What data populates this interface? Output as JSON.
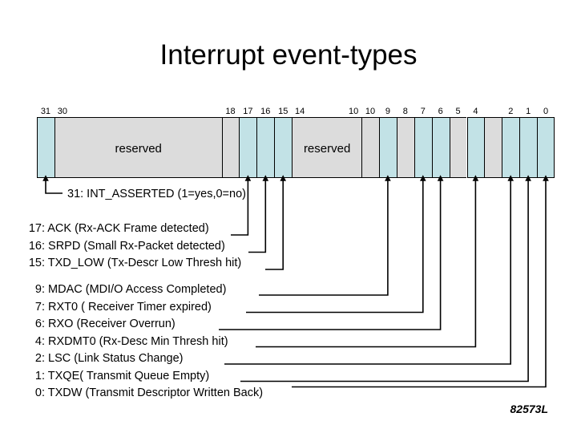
{
  "page": {
    "title": "Interrupt event-types",
    "footer": "82573L"
  },
  "colors": {
    "active_bit": "#c2e2e6",
    "reserved_bit": "#dcdcdc",
    "outline": "#000000",
    "background": "#ffffff"
  },
  "register": {
    "width_bits": 32,
    "reserved_label_left": "reserved",
    "reserved_label_right": "reserved",
    "bit_number_ticks": [
      "31",
      "30",
      "18",
      "17",
      "16",
      "15",
      "14",
      "10",
      "9",
      "8",
      "7",
      "6",
      "5",
      "4",
      "2",
      "1",
      "0"
    ],
    "cells": [
      {
        "bit": 31,
        "type": "active",
        "tick": "31"
      },
      {
        "bit": 30,
        "type": "reserved",
        "tick": "30",
        "span_to": 19,
        "label": "reserved"
      },
      {
        "bit": 18,
        "type": "reserved",
        "tick": "18"
      },
      {
        "bit": 17,
        "type": "active",
        "tick": "17"
      },
      {
        "bit": 16,
        "type": "active",
        "tick": "16"
      },
      {
        "bit": 15,
        "type": "active",
        "tick": "15"
      },
      {
        "bit": 14,
        "type": "reserved",
        "tick": "14",
        "span_to": 10,
        "label": "reserved"
      },
      {
        "bit": 10,
        "type": "reserved",
        "tick": "10"
      },
      {
        "bit": 9,
        "type": "active",
        "tick": "9"
      },
      {
        "bit": 8,
        "type": "reserved",
        "tick": "8"
      },
      {
        "bit": 7,
        "type": "active",
        "tick": "7"
      },
      {
        "bit": 6,
        "type": "active",
        "tick": "6"
      },
      {
        "bit": 5,
        "type": "reserved",
        "tick": "5"
      },
      {
        "bit": 4,
        "type": "active",
        "tick": "4"
      },
      {
        "bit": 3,
        "type": "reserved",
        "tick": ""
      },
      {
        "bit": 2,
        "type": "active",
        "tick": "2"
      },
      {
        "bit": 1,
        "type": "active",
        "tick": "1"
      },
      {
        "bit": 0,
        "type": "active",
        "tick": "0"
      }
    ]
  },
  "callouts": {
    "top": [
      {
        "bit": "31",
        "text": "31: INT_ASSERTED (1=yes,0=no)"
      }
    ],
    "middle": [
      {
        "bit": "17",
        "num": "17:",
        "name": "ACK (Rx-ACK Frame detected)"
      },
      {
        "bit": "16",
        "num": "16:",
        "name": "SRPD (Small Rx-Packet detected)"
      },
      {
        "bit": "15",
        "num": "15:",
        "name": "TXD_LOW (Tx-Descr Low Thresh hit)"
      }
    ],
    "bottom": [
      {
        "bit": "9",
        "num": "9:",
        "name": "MDAC (MDI/O Access Completed)"
      },
      {
        "bit": "7",
        "num": "7:",
        "name": "RXT0 ( Receiver Timer expired)"
      },
      {
        "bit": "6",
        "num": "6:",
        "name": "RXO (Receiver Overrun)"
      },
      {
        "bit": "4",
        "num": "4:",
        "name": "RXDMT0 (Rx-Desc Min Thresh hit)"
      },
      {
        "bit": "2",
        "num": "2:",
        "name": "LSC (Link Status Change)"
      },
      {
        "bit": "1",
        "num": "1:",
        "name": "TXQE( Transmit Queue Empty)"
      },
      {
        "bit": "0",
        "num": "0:",
        "name": "TXDW (Transmit Descriptor Written Back)"
      }
    ]
  }
}
